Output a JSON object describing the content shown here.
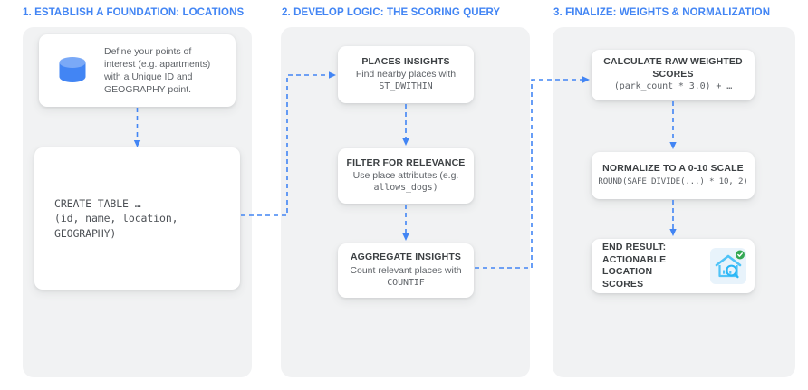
{
  "columns": [
    {
      "title": "1. ESTABLISH A FOUNDATION: LOCATIONS",
      "cards": [
        {
          "icon": "database-cylinder-icon",
          "body": "Define your points of interest (e.g. apartments) with a Unique ID and GEOGRAPHY point."
        },
        {
          "code_line_1": "CREATE TABLE …",
          "code_line_2": "(id, name, location,",
          "code_line_3": "GEOGRAPHY)"
        }
      ]
    },
    {
      "title": "2. DEVELOP LOGIC: THE SCORING QUERY",
      "cards": [
        {
          "heading": "PLACES INSIGHTS",
          "sub": "Find nearby places with",
          "code": "ST_DWITHIN"
        },
        {
          "heading": "FILTER FOR RELEVANCE",
          "sub": "Use place attributes (e.g.",
          "code": "allows_dogs)"
        },
        {
          "heading": "AGGREGATE INSIGHTS",
          "sub": "Count relevant places with",
          "code": "COUNTIF"
        }
      ]
    },
    {
      "title": "3. FINALIZE: WEIGHTS & NORMALIZATION",
      "cards": [
        {
          "heading_line_1": "CALCULATE RAW WEIGHTED",
          "heading_line_2": "SCORES",
          "code": "(park_count * 3.0) + …"
        },
        {
          "heading": "NORMALIZE TO A 0-10 SCALE",
          "code": "ROUND(SAFE_DIVIDE(...) * 10, 2)"
        },
        {
          "heading_line_1": "END RESULT:",
          "heading_line_2": "ACTIONABLE LOCATION",
          "heading_line_3": "SCORES",
          "icon": "house-analytics-search-icon",
          "badge": "green-check-badge"
        }
      ]
    }
  ],
  "colors": {
    "title_blue": "#4285f4",
    "panel_grey": "#f1f2f3",
    "card_white": "#ffffff",
    "connector_blue": "#4285f4",
    "db_icon_blue": "#4285f4",
    "badge_green": "#34a853",
    "end_icon_bg": "#e8f3fb"
  }
}
